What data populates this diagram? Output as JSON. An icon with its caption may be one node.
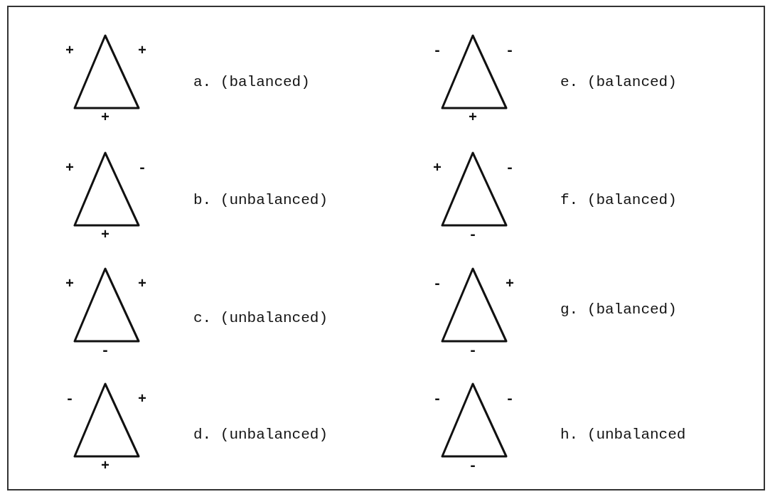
{
  "diagram": {
    "nodes": [
      {
        "text": [],
        "shape": "triangle",
        "beside": [
          "+",
          "+",
          "+"
        ]
      },
      {
        "text": [],
        "shape": "triangle",
        "beside": [
          "+",
          "-",
          "+"
        ]
      },
      {
        "text": [],
        "shape": "triangle",
        "beside": [
          "+",
          "+",
          "-"
        ]
      },
      {
        "text": [],
        "shape": "triangle",
        "beside": [
          "-",
          "+",
          "+"
        ]
      },
      {
        "text": [],
        "shape": "triangle",
        "beside": [
          "-",
          "-",
          "+"
        ]
      },
      {
        "text": [],
        "shape": "triangle",
        "beside": [
          "+",
          "-",
          "-"
        ]
      },
      {
        "text": [],
        "shape": "triangle",
        "beside": [
          "-",
          "+",
          "-"
        ]
      },
      {
        "text": [],
        "shape": "triangle",
        "beside": [
          "-",
          "-",
          "-"
        ]
      }
    ],
    "labels": [
      "a. (balanced)",
      "b. (unbalanced)",
      "c. (unbalanced)",
      "d. (unbalanced)",
      "e. (balanced)",
      "f. (balanced)",
      "g. (balanced)",
      "h. (unbalanced"
    ]
  }
}
